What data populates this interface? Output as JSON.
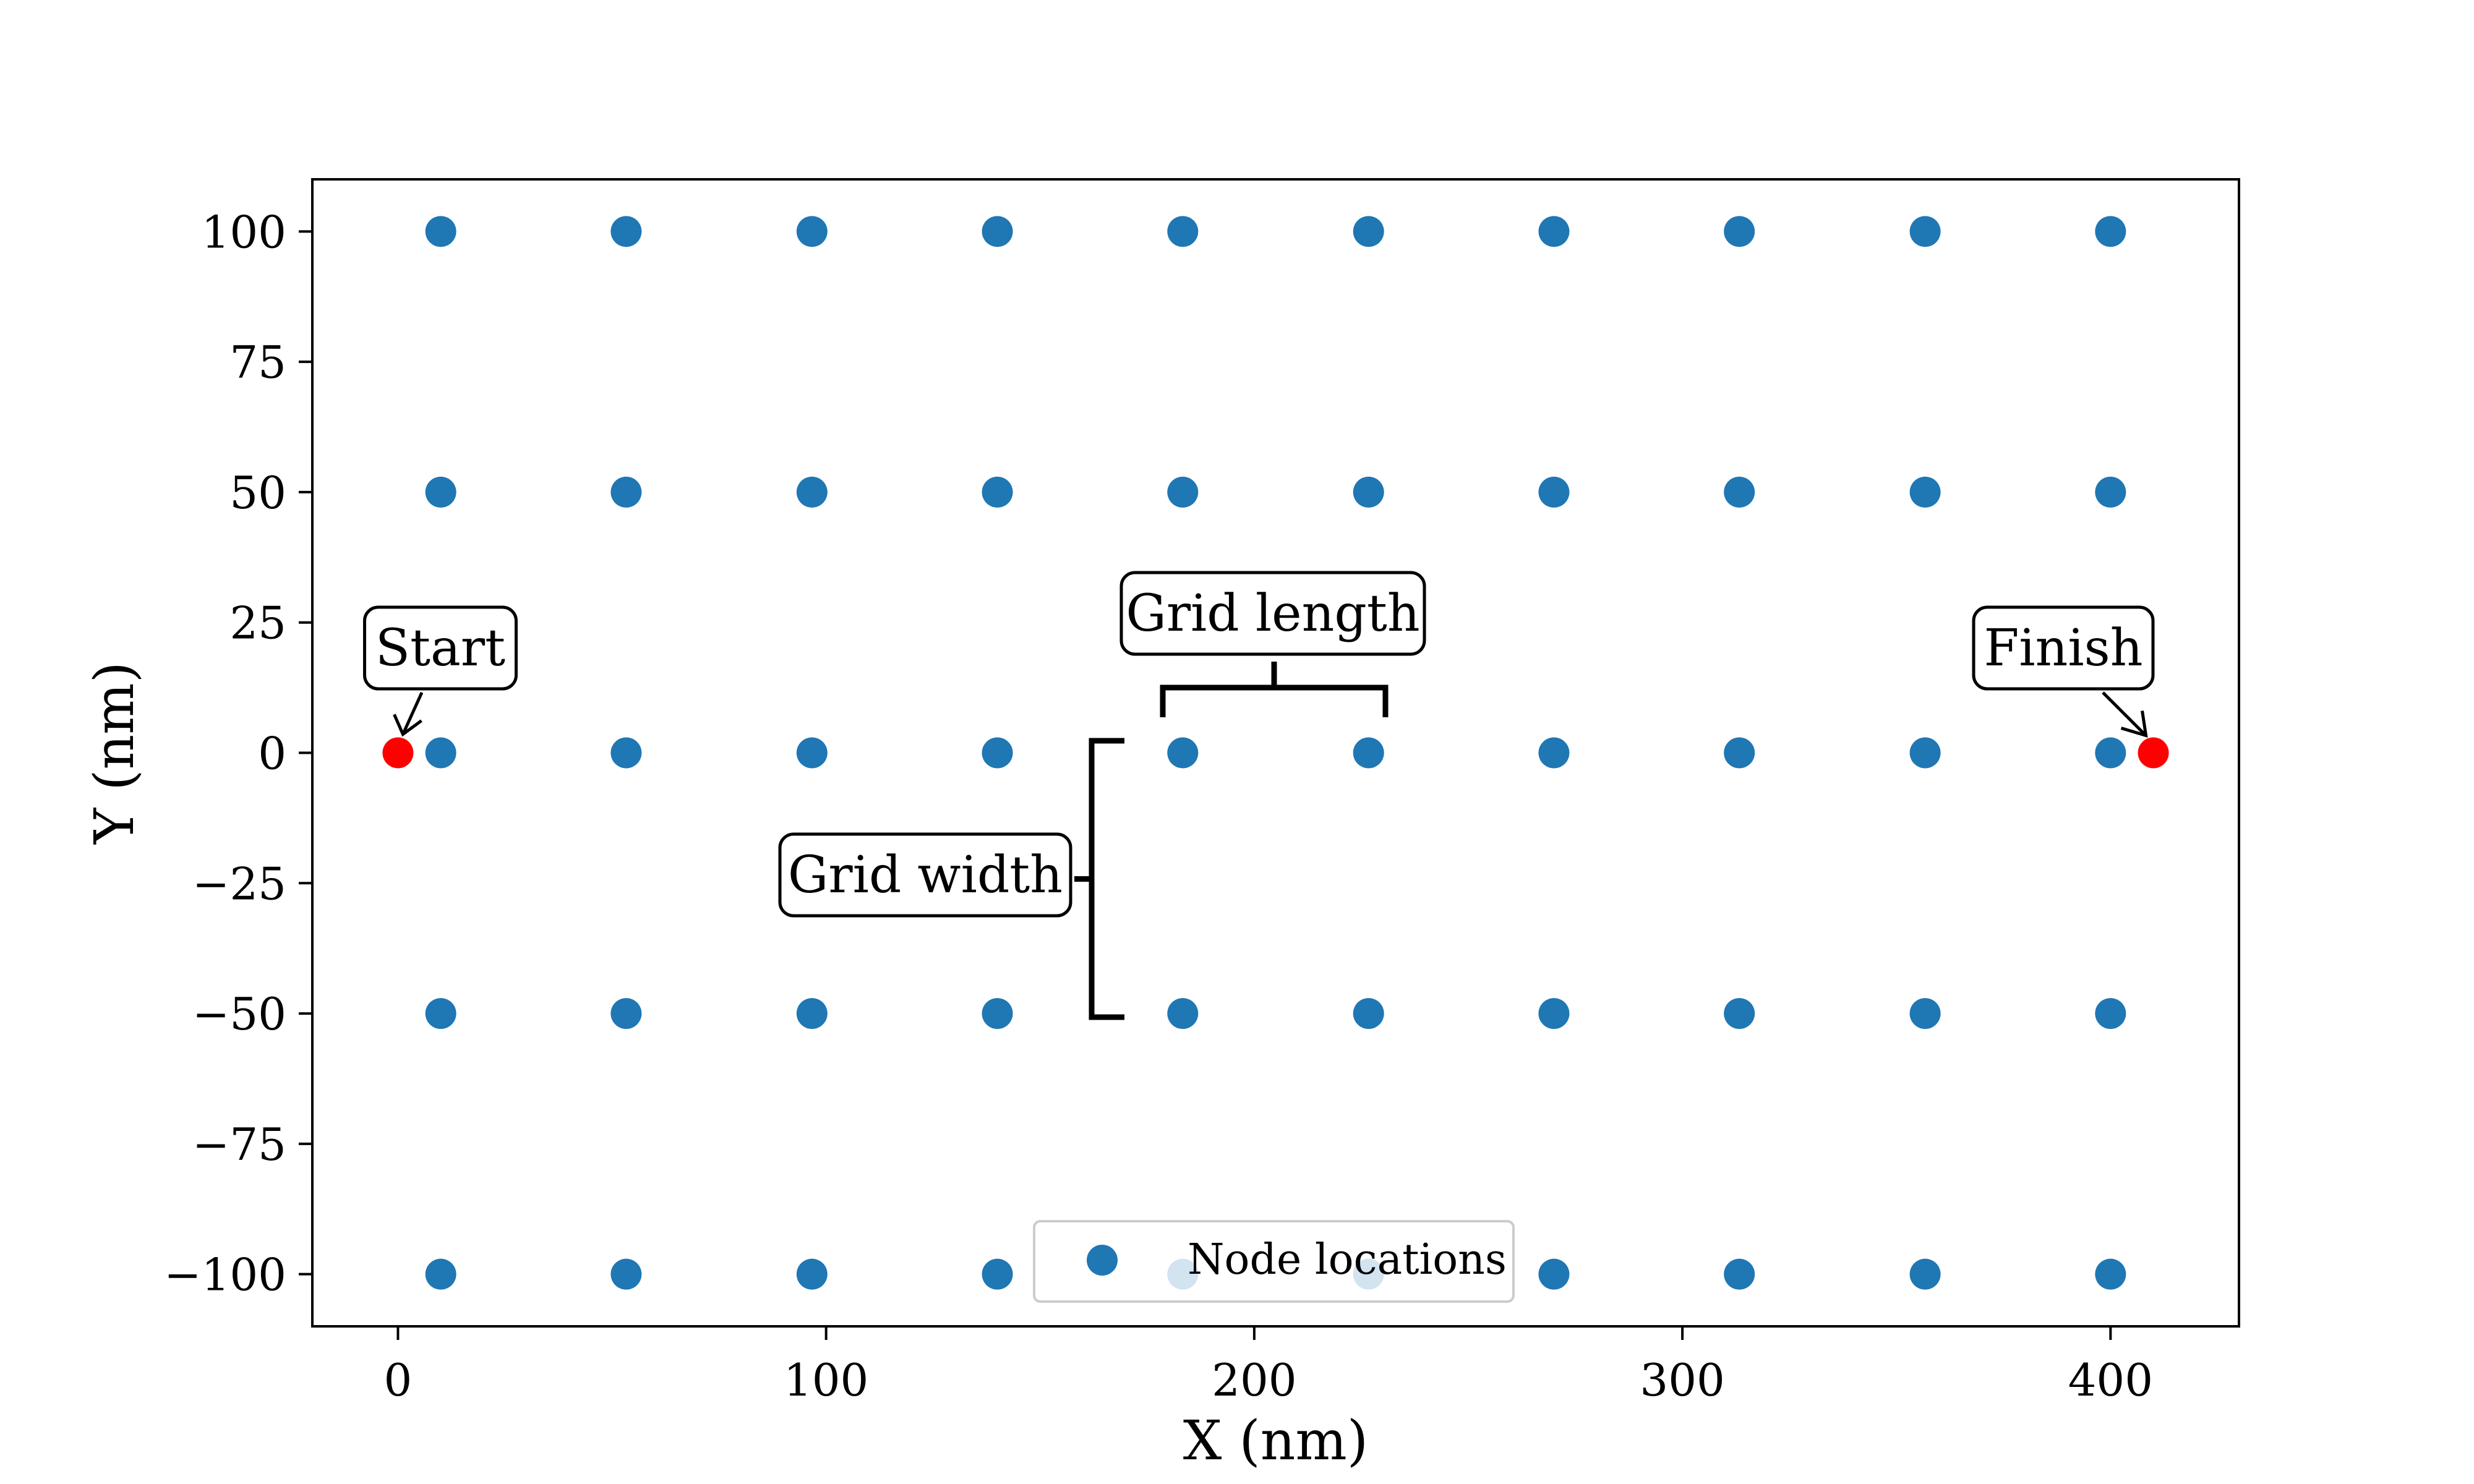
{
  "chart_data": {
    "type": "scatter",
    "xlabel": "X (nm)",
    "ylabel": "Y (nm)",
    "xlim": [
      -20,
      430
    ],
    "ylim": [
      -110,
      110
    ],
    "xticks": [
      0,
      100,
      200,
      300,
      400
    ],
    "yticks": [
      100,
      75,
      50,
      25,
      0,
      -25,
      -50,
      -75,
      -100
    ],
    "xtick_labels": [
      "0",
      "100",
      "200",
      "300",
      "400"
    ],
    "ytick_labels": [
      "100",
      "75",
      "50",
      "25",
      "0",
      "−25",
      "−50",
      "−75",
      "−100"
    ],
    "grid": false,
    "legend_position": "lower center",
    "series": [
      {
        "name": "Node locations",
        "color": "#1f77b4",
        "x_values": [
          10,
          53.3,
          96.7,
          140,
          183.3,
          226.7,
          270,
          313.3,
          356.7,
          400
        ],
        "y_values": [
          100,
          50,
          0,
          -50,
          -100
        ]
      }
    ],
    "special_points": [
      {
        "label": "Start",
        "x": 0,
        "y": 0,
        "color": "#ff0000"
      },
      {
        "label": "Finish",
        "x": 410,
        "y": 0,
        "color": "#ff0000"
      }
    ],
    "annotations": {
      "grid_length": "Grid length",
      "grid_width": "Grid width"
    }
  }
}
